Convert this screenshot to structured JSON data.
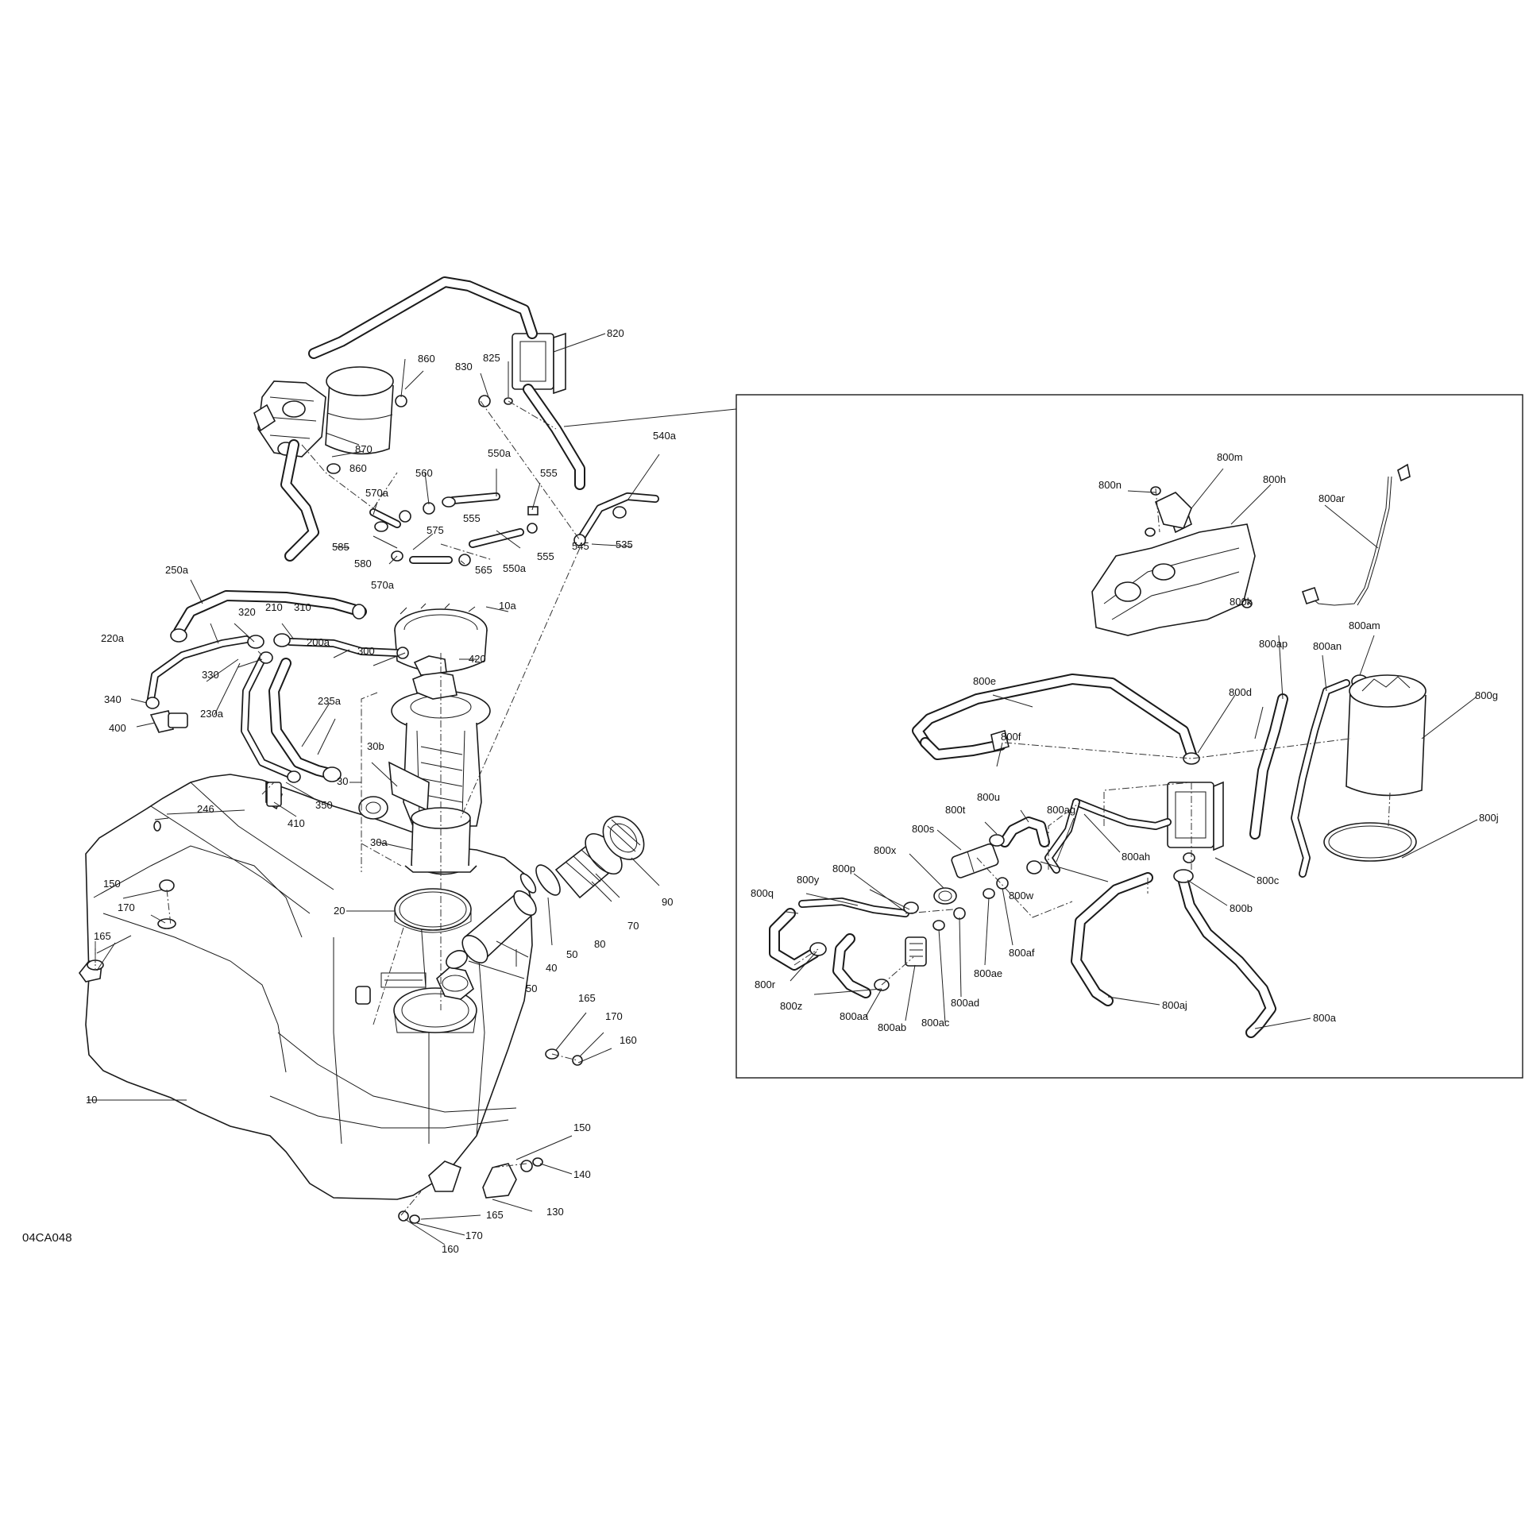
{
  "drawing_code": "04CA048",
  "labels": {
    "l10": "10",
    "l10a": "10a",
    "l20": "20",
    "l30": "30",
    "l30a": "30a",
    "l30b": "30b",
    "l40": "40",
    "l50a": "50",
    "l50b": "50",
    "l70": "70",
    "l80": "80",
    "l90": "90",
    "l130": "130",
    "l140": "140",
    "l150a": "150",
    "l150b": "150",
    "l160a": "160",
    "l160b": "160",
    "l165a": "165",
    "l165b": "165",
    "l165c": "165",
    "l170a": "170",
    "l170b": "170",
    "l170c": "170",
    "l200a": "200a",
    "l210": "210",
    "l220a": "220a",
    "l230a": "230a",
    "l235a": "235a",
    "l246": "246",
    "l250a": "250a",
    "l300": "300",
    "l310": "310",
    "l320": "320",
    "l330": "330",
    "l340": "340",
    "l350": "350",
    "l400": "400",
    "l410": "410",
    "l420": "420",
    "l535": "535",
    "l540a": "540a",
    "l545": "545",
    "l550a1": "550a",
    "l550a2": "550a",
    "l555a": "555",
    "l555b": "555",
    "l555c": "555",
    "l560": "560",
    "l565": "565",
    "l570a1": "570a",
    "l570a2": "570a",
    "l575": "575",
    "l580": "580",
    "l585": "585",
    "l820": "820",
    "l825": "825",
    "l830": "830",
    "l860a": "860",
    "l860b": "860",
    "l870": "870",
    "l800a": "800a",
    "l800b": "800b",
    "l800c": "800c",
    "l800d": "800d",
    "l800e": "800e",
    "l800f": "800f",
    "l800g": "800g",
    "l800h": "800h",
    "l800j": "800j",
    "l800k": "800k",
    "l800m": "800m",
    "l800n": "800n",
    "l800p": "800p",
    "l800q": "800q",
    "l800r": "800r",
    "l800s": "800s",
    "l800t": "800t",
    "l800u": "800u",
    "l800w": "800w",
    "l800x": "800x",
    "l800y": "800y",
    "l800z": "800z",
    "l800aa": "800aa",
    "l800ab": "800ab",
    "l800ac": "800ac",
    "l800ad": "800ad",
    "l800ae": "800ae",
    "l800af": "800af",
    "l800ag": "800ag",
    "l800ah": "800ah",
    "l800aj": "800aj",
    "l800am": "800am",
    "l800an": "800an",
    "l800ap": "800ap",
    "l800ar": "800ar"
  }
}
